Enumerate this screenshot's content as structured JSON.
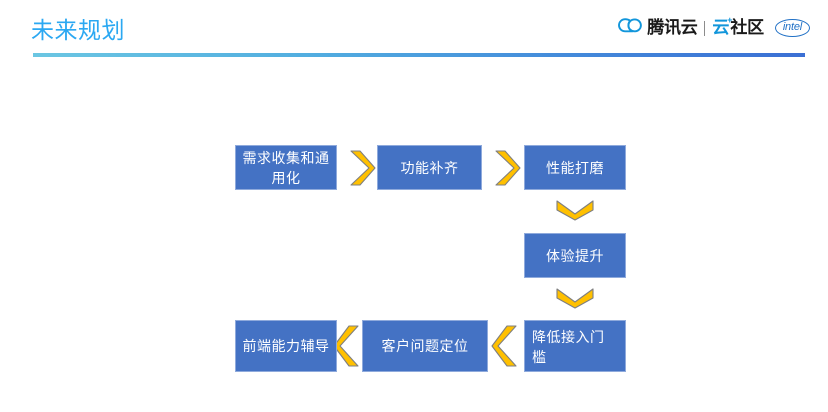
{
  "slide": {
    "title": "未来规划",
    "background_color": "#ffffff",
    "divider_gradient_from": "#6BC6E2",
    "divider_gradient_to": "#3B6FD4",
    "title_color": "#2BA8F2"
  },
  "branding": {
    "cloud_logo_icon": "tencent-cloud-logo-icon",
    "tencent_cloud_text": "腾讯云",
    "divider": "|",
    "community_cloud_char": "云",
    "community_plus": "+",
    "community_text": "社区",
    "intel_text": "intel",
    "brand_blue": "#1296DB",
    "intel_blue": "#2171C6"
  },
  "flowchart": {
    "box_fill": "#4472C4",
    "box_border": "#8FAADC",
    "arrow_fill": "#FFC000",
    "arrow_border": "#7F7F7F",
    "nodes": [
      {
        "id": "n1",
        "label": "需求收集和通用化",
        "align": "center"
      },
      {
        "id": "n2",
        "label": "功能补齐",
        "align": "center"
      },
      {
        "id": "n3",
        "label": "性能打磨",
        "align": "center"
      },
      {
        "id": "n4",
        "label": "体验提升",
        "align": "center"
      },
      {
        "id": "n5",
        "label": "降低接入门槛",
        "align": "topleft"
      },
      {
        "id": "n6",
        "label": "客户问题定位",
        "align": "center"
      },
      {
        "id": "n7",
        "label": "前端能力辅导",
        "align": "center"
      }
    ],
    "connectors": [
      {
        "id": "c1",
        "direction": "right",
        "icon": "chevron-right-icon"
      },
      {
        "id": "c2",
        "direction": "right",
        "icon": "chevron-right-icon"
      },
      {
        "id": "c3",
        "direction": "down",
        "icon": "chevron-down-icon"
      },
      {
        "id": "c4",
        "direction": "down",
        "icon": "chevron-down-icon"
      },
      {
        "id": "c5",
        "direction": "left",
        "icon": "chevron-left-icon"
      },
      {
        "id": "c6",
        "direction": "left",
        "icon": "chevron-left-icon"
      }
    ]
  }
}
